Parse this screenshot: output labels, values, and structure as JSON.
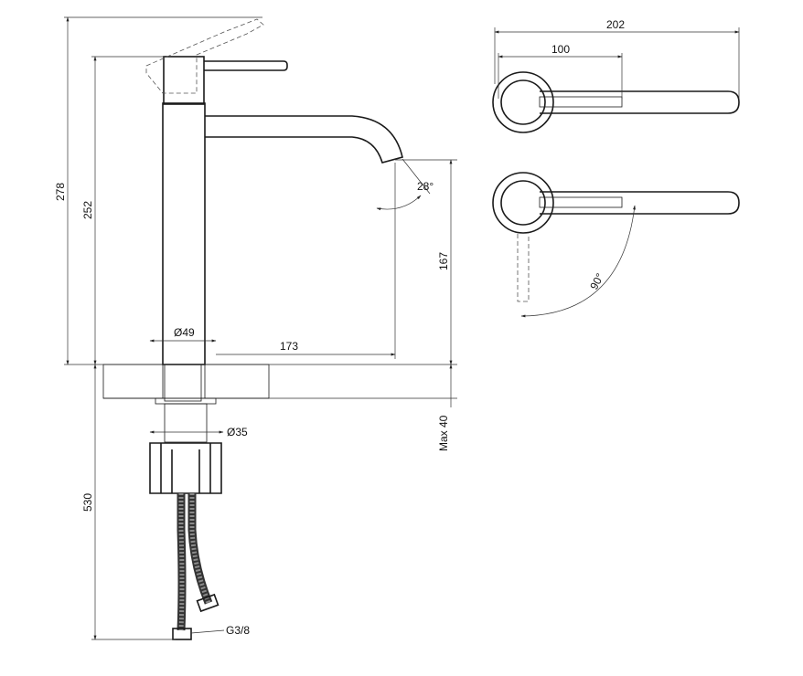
{
  "dimensions": {
    "total_height": "278",
    "body_height": "252",
    "spout_height": "167",
    "spout_reach": "173",
    "body_diameter": "Ø49",
    "shank_diameter": "Ø35",
    "max_deck": "Max 40",
    "hose_length": "530",
    "thread": "G3/8",
    "lever_reach": "202",
    "lever_offset": "100",
    "spout_angle": "28°",
    "lever_angle": "90°"
  }
}
